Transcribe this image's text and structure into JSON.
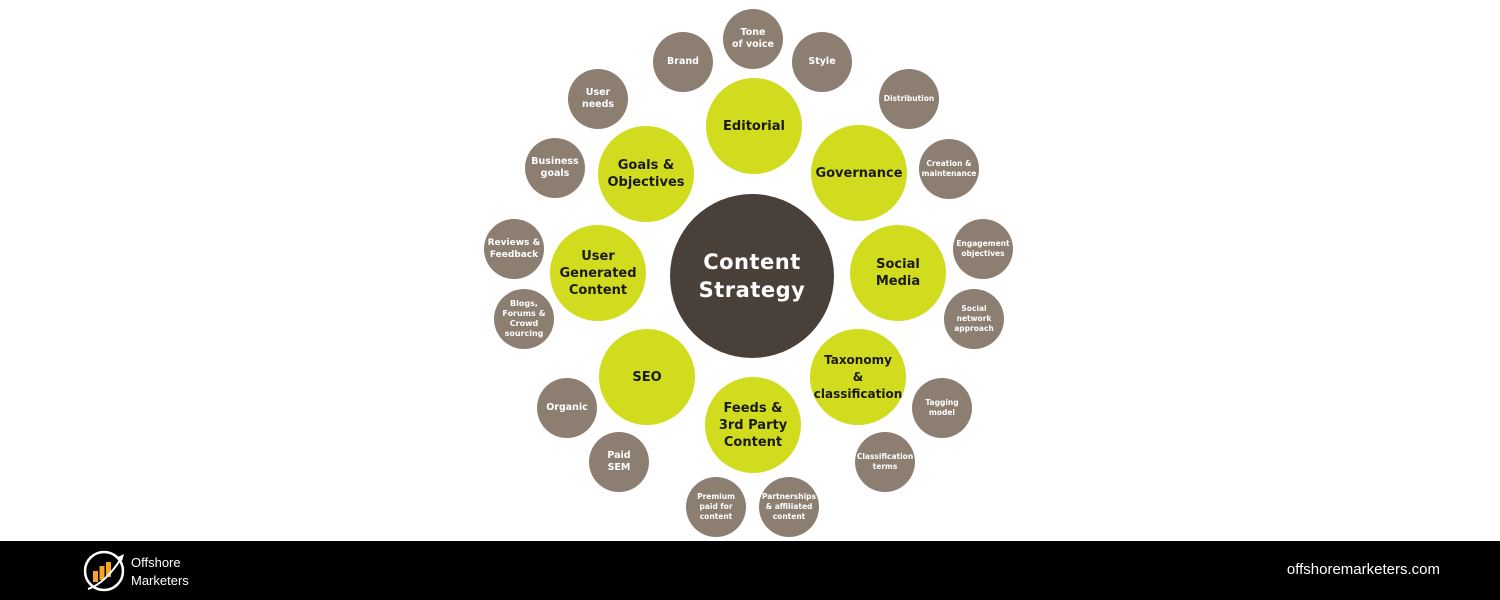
{
  "diagram": {
    "title": "Content Strategy",
    "colors": {
      "center": "#4a403a",
      "primary": "#d2dc1e",
      "secondary": "#8c7e71",
      "footer": "#000000"
    },
    "center": {
      "label": "Content\nStrategy"
    },
    "branches": [
      {
        "label": "Editorial",
        "children": [
          "Brand",
          "Tone\nof voice",
          "Style"
        ]
      },
      {
        "label": "Governance",
        "children": [
          "Distribution",
          "Creation &\nmaintenance"
        ]
      },
      {
        "label": "Social\nMedia",
        "children": [
          "Engagement\nobjectives",
          "Social\nnetwork\napproach"
        ]
      },
      {
        "label": "Taxonomy\n& classification",
        "children": [
          "Tagging\nmodel",
          "Classification\nterms"
        ]
      },
      {
        "label": "Feeds &\n3rd Party\nContent",
        "children": [
          "Premium\npaid for\ncontent",
          "Partnerships\n& affiliated\ncontent"
        ]
      },
      {
        "label": "SEO",
        "children": [
          "Organic",
          "Paid\nSEM"
        ]
      },
      {
        "label": "User\nGenerated\nContent",
        "children": [
          "Reviews &\nFeedback",
          "Blogs,\nForums &\nCrowd\nsourcing"
        ]
      },
      {
        "label": "Goals &\nObjectives",
        "children": [
          "User\nneeds",
          "Business\ngoals"
        ]
      }
    ]
  },
  "footer": {
    "brand_line1": "Offshore",
    "brand_line2": "Marketers",
    "logo_icon": "bar-chart-arrow-logo",
    "website": "offshoremarketers.com"
  }
}
